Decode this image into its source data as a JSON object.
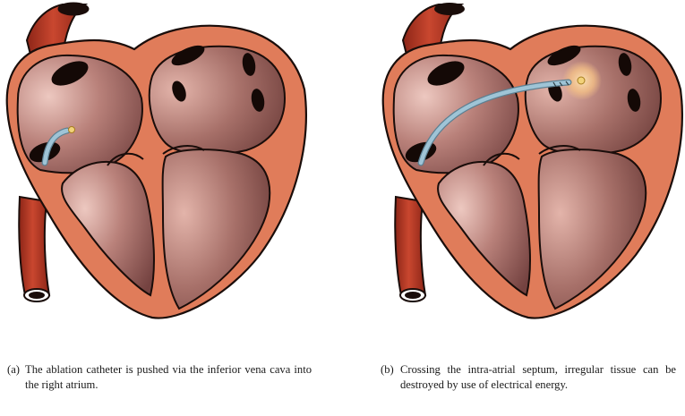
{
  "figure": {
    "panel_a": {
      "tag": "(a)",
      "caption": "The ablation catheter is pushed via the inferior vena cava into the right atrium."
    },
    "panel_b": {
      "tag": "(b)",
      "caption": "Crossing the intra-atrial septum, irregular tissue can be destroyed by use of electrical energy."
    }
  },
  "colors": {
    "outer_wall": "#e07c5a",
    "vessel": "#b83a2a",
    "vessel_dark": "#7a1d12",
    "chamber_inner": "#7a4640",
    "chamber_light": "#e8bdb5",
    "catheter": "#8fb8cc",
    "catheter_tip": "#f2d27a",
    "ablation_glow": "#f7c98a"
  }
}
